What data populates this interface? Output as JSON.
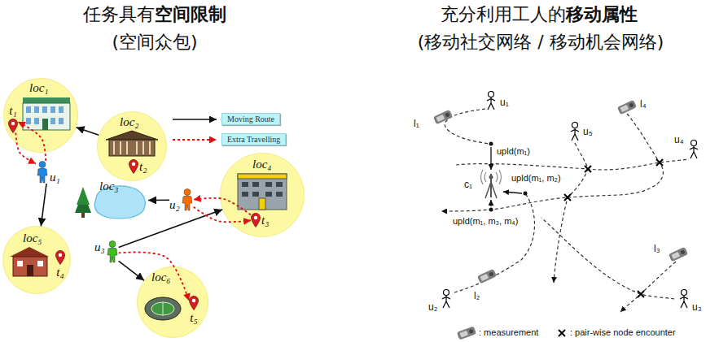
{
  "diagram": {
    "nodes": [
      {
        "text": [
          "loc₁"
        ]
      },
      {
        "text": [
          "t₁"
        ],
        "in": 0
      },
      {
        "text": [
          "loc₂"
        ]
      },
      {
        "text": [
          "t₂"
        ],
        "in": 2
      },
      {
        "text": [
          "loc₃"
        ]
      },
      {
        "text": [
          "loc₄"
        ]
      },
      {
        "text": [
          "t₃"
        ],
        "in": 5
      },
      {
        "text": [
          "loc₅"
        ]
      },
      {
        "text": [
          "t₄"
        ],
        "in": 7
      },
      {
        "text": [
          "loc₆"
        ]
      },
      {
        "text": [
          "t₅"
        ],
        "in": 9
      },
      {
        "text": [
          "u₁"
        ]
      },
      {
        "text": [
          "u₂"
        ]
      },
      {
        "text": [
          "u₃"
        ]
      }
    ],
    "edges": [
      {
        "from": 2,
        "to": 0,
        "arrow": "to"
      },
      {
        "from": 11,
        "to": 7,
        "arrow": "to"
      },
      {
        "from": 12,
        "to": 4,
        "arrow": "to"
      },
      {
        "from": 13,
        "to": 5,
        "arrow": "to"
      },
      {
        "from": 13,
        "to": 9,
        "arrow": "to"
      },
      {
        "from": 1,
        "to": 11,
        "arrow": "to"
      },
      {
        "from": 11,
        "to": 1,
        "arrow": "to"
      },
      {
        "from": 12,
        "to": 6,
        "arrow": "to"
      },
      {
        "from": 6,
        "to": 12,
        "arrow": "to"
      },
      {
        "from": 13,
        "to": 10,
        "arrow": "to"
      }
    ],
    "labels": [
      "任务具有",
      "空间限制",
      "(空间众包)",
      "充分利用工人的",
      "移动属性",
      "(移动社交网络 / 移动机会网络)",
      "u₁",
      "u₅",
      "u₄",
      "u₂",
      "u₃",
      "l₁",
      "l₄",
      "l₂",
      "l₃",
      "c₁",
      "upld(m₁)",
      "upld(m₁, m₂)",
      "upld(m₁, m₃, m₄)"
    ],
    "legend": [
      {
        "text": "Moving Route"
      },
      {
        "text": "Extra Travelling"
      },
      {
        "text": ": measurement"
      },
      {
        "text": ": pair-wise node encounter"
      }
    ]
  }
}
